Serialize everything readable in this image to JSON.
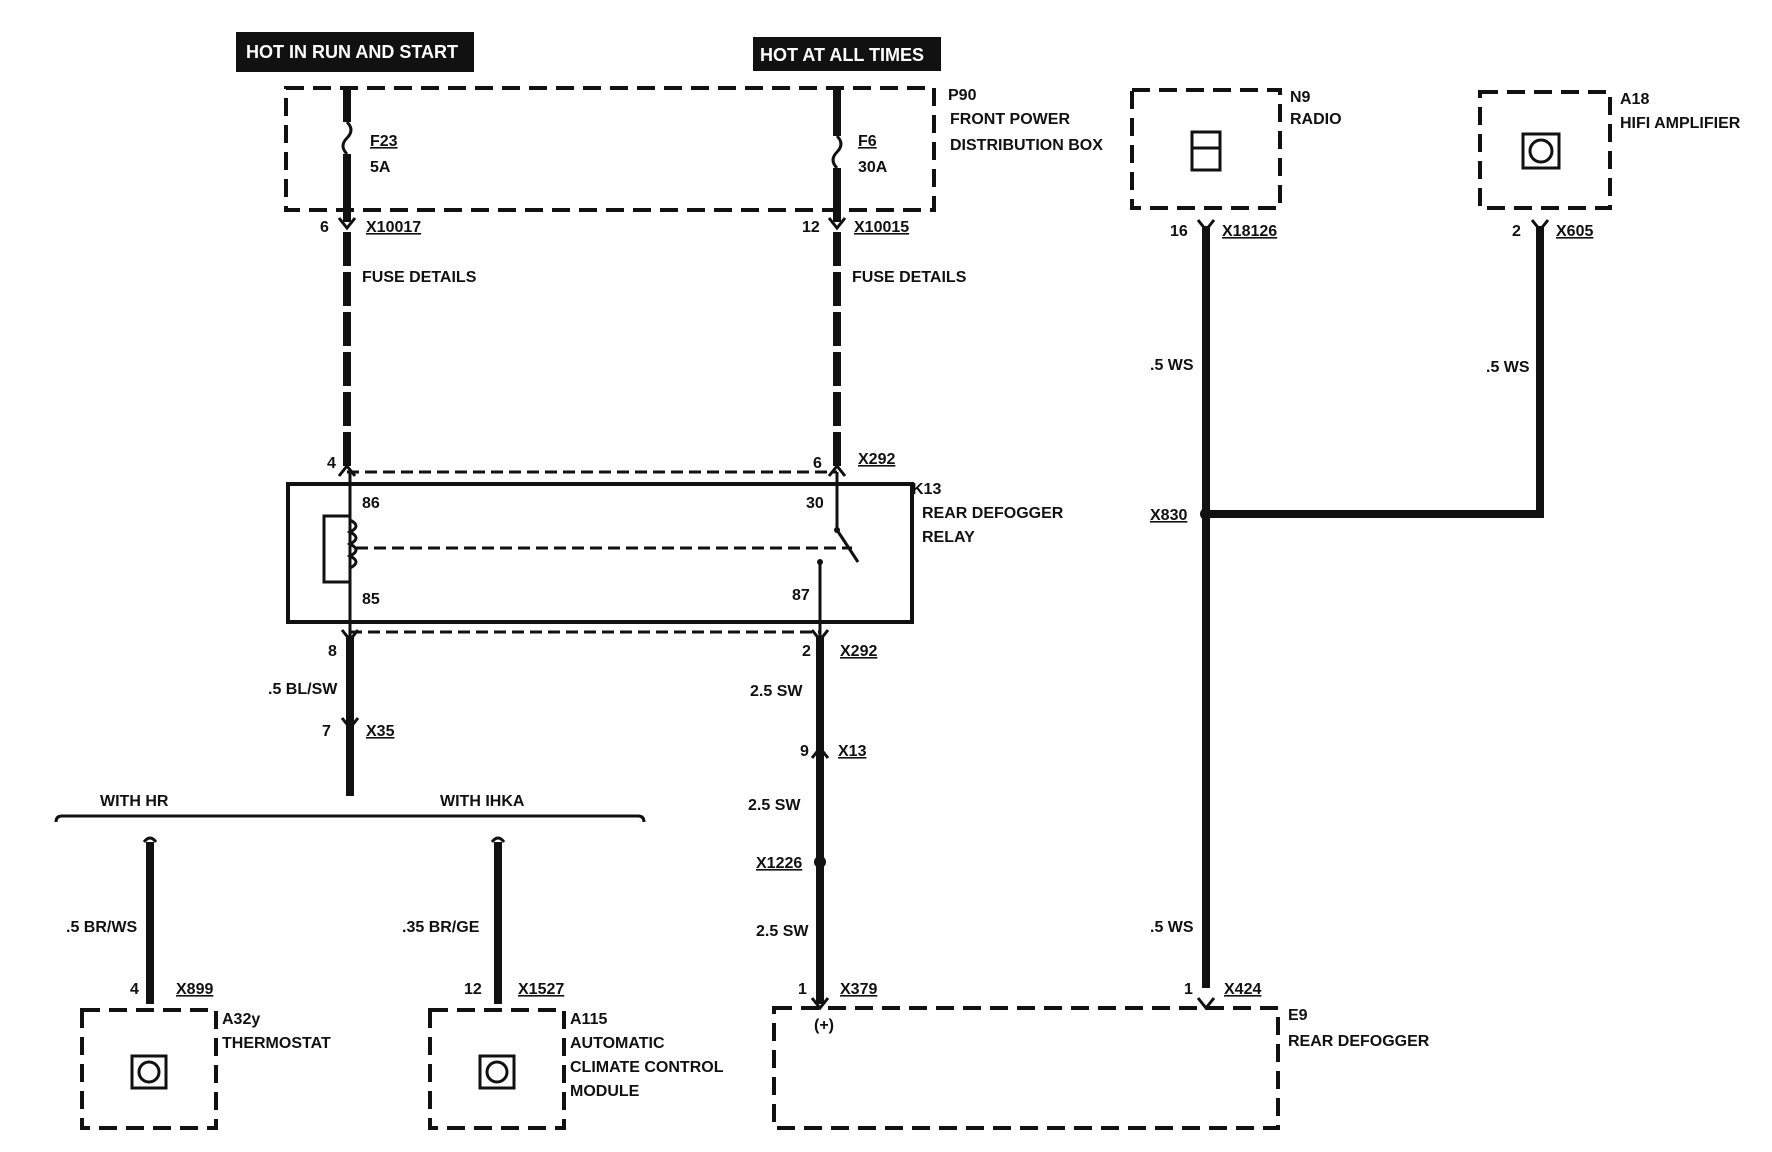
{
  "banners": {
    "run_start": "HOT IN RUN AND START",
    "all_times": "HOT AT ALL TIMES"
  },
  "fuse_box": {
    "id": "P90",
    "name_line1": "FRONT POWER",
    "name_line2": "DISTRIBUTION BOX",
    "fuse_left_id": "F23",
    "fuse_left_rating": "5A",
    "fuse_right_id": "F6",
    "fuse_right_rating": "30A",
    "pin_left": "6",
    "conn_left": "X10017",
    "pin_right": "12",
    "conn_right": "X10015",
    "fuse_details_left": "FUSE DETAILS",
    "fuse_details_right": "FUSE DETAILS"
  },
  "radio": {
    "id": "N9",
    "name": "RADIO",
    "pin": "16",
    "connector": "X18126",
    "wire": ".5 WS"
  },
  "amplifier": {
    "id": "A18",
    "name": "HIFI AMPLIFIER",
    "pin": "2",
    "connector": "X605",
    "wire": ".5 WS"
  },
  "relay": {
    "id": "K13",
    "name_line1": "REAR DEFOGGER",
    "name_line2": "RELAY",
    "pin_in_left": "4",
    "pin_in_right": "6",
    "conn_top": "X292",
    "t86": "86",
    "t30": "30",
    "t85": "85",
    "t87": "87",
    "pin_out_left": "8",
    "pin_out_right": "2",
    "conn_bottom": "X292"
  },
  "splice": {
    "x830": "X830"
  },
  "left_branch": {
    "wire": ".5 BL/SW",
    "pin": "7",
    "connector": "X35",
    "option_hr": "WITH HR",
    "option_ihka": "WITH IHKA"
  },
  "thermostat": {
    "wire": ".5 BR/WS",
    "pin": "4",
    "connector": "X899",
    "id": "A32y",
    "name": "THERMOSTAT"
  },
  "climate": {
    "wire": ".35 BR/GE",
    "pin": "12",
    "connector": "X1527",
    "id": "A115",
    "name_line1": "AUTOMATIC",
    "name_line2": "CLIMATE CONTROL",
    "name_line3": "MODULE"
  },
  "defogger_feed": {
    "wire1": "2.5 SW",
    "pin_x13": "9",
    "conn_x13": "X13",
    "wire2": "2.5  SW",
    "splice": "X1226",
    "wire3": "2.5 SW",
    "pin_x379": "1",
    "conn_x379": "X379",
    "plus": "(+)"
  },
  "defogger_return": {
    "wire": ".5 WS",
    "pin": "1",
    "connector": "X424"
  },
  "defogger": {
    "id": "E9",
    "name": "REAR DEFOGGER"
  }
}
